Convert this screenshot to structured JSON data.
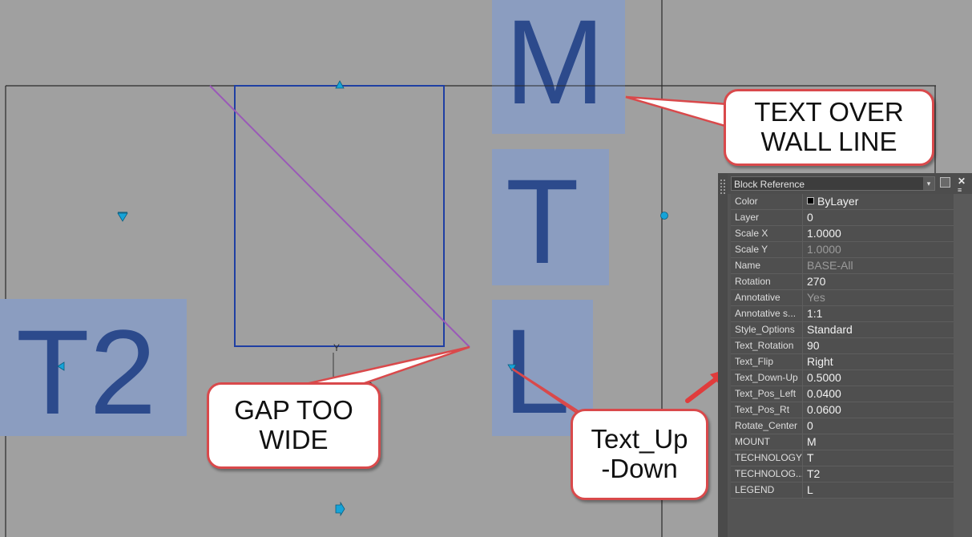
{
  "canvas": {
    "letters": {
      "m": "M",
      "t": "T",
      "l": "L",
      "t2": "T2"
    },
    "colors": {
      "background": "#a0a0a0",
      "text_highlight": "#8b9dc0",
      "text": "#2c4a8c",
      "selection": "#1f3fa3",
      "diagonal": "#9a59b8",
      "grip": "#16a3d8",
      "callout_border": "#d9494b"
    }
  },
  "callouts": {
    "wall": {
      "line1": "TEXT OVER",
      "line2": "WALL LINE"
    },
    "gap": {
      "line1": "GAP TOO",
      "line2": "WIDE"
    },
    "updown": {
      "line1": "Text_Up",
      "line2": "-Down"
    }
  },
  "palette": {
    "selected": "Block Reference",
    "close_glyph": "✕",
    "properties": [
      {
        "key": "Color",
        "value": "ByLayer",
        "swatch": true
      },
      {
        "key": "Layer",
        "value": "0"
      },
      {
        "key": "Scale X",
        "value": "1.0000"
      },
      {
        "key": "Scale Y",
        "value": "1.0000",
        "dim": true
      },
      {
        "key": "Name",
        "value": "BASE-All",
        "dim": true
      },
      {
        "key": "Rotation",
        "value": "270"
      },
      {
        "key": "Annotative",
        "value": "Yes",
        "dim": true
      },
      {
        "key": "Annotative s...",
        "value": "1:1"
      },
      {
        "key": "Style_Options",
        "value": "Standard"
      },
      {
        "key": "Text_Rotation",
        "value": "90"
      },
      {
        "key": "Text_Flip",
        "value": "Right"
      },
      {
        "key": "Text_Down-Up",
        "value": "0.5000"
      },
      {
        "key": "Text_Pos_Left",
        "value": "0.0400"
      },
      {
        "key": "Text_Pos_Rt",
        "value": "0.0600"
      },
      {
        "key": "Rotate_Center",
        "value": "0"
      },
      {
        "key": "MOUNT",
        "value": "M"
      },
      {
        "key": "TECHNOLOGY",
        "value": "T"
      },
      {
        "key": "TECHNOLOG...",
        "value": "T2"
      },
      {
        "key": "LEGEND",
        "value": "L"
      }
    ]
  }
}
